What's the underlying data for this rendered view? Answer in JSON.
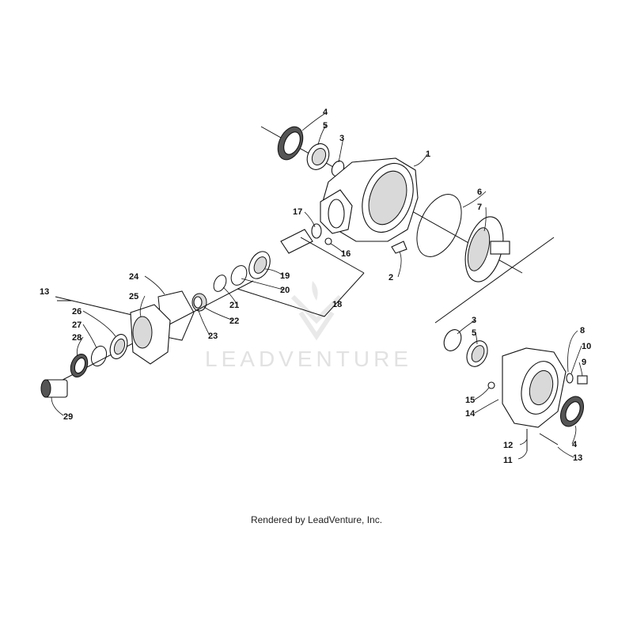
{
  "diagram": {
    "watermark_text": "LEADVENTURE",
    "credit": "Rendered by LeadVenture, Inc.",
    "callouts": [
      "1",
      "2",
      "3",
      "4",
      "5",
      "6",
      "7",
      "8",
      "9",
      "10",
      "11",
      "12",
      "13",
      "14",
      "15",
      "16",
      "17",
      "18",
      "19",
      "20",
      "21",
      "22",
      "23",
      "24",
      "25",
      "26",
      "27",
      "28",
      "29"
    ]
  }
}
